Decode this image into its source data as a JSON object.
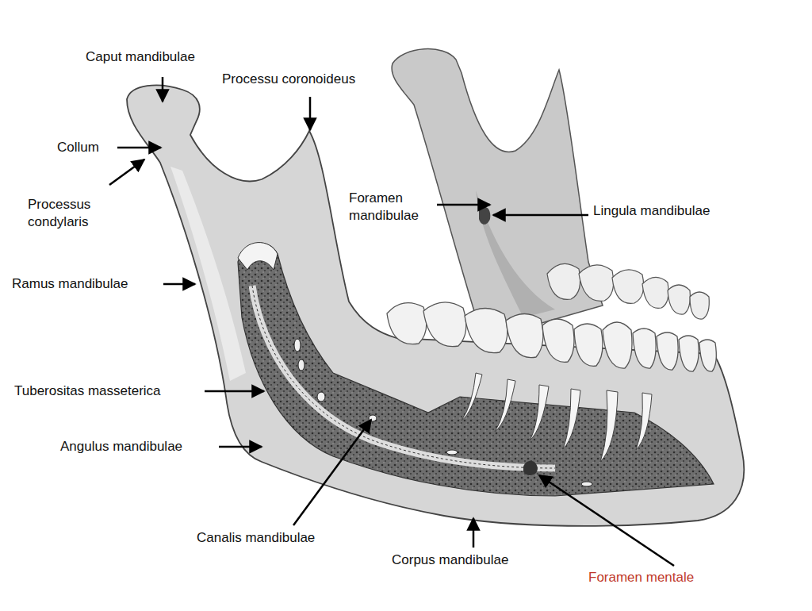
{
  "diagram": {
    "labels": [
      "Caput mandibulae",
      "Processu coronoideus",
      "Collum",
      "Processus condylaris",
      "Foramen mandibulae",
      "Lingula mandibulae",
      "Ramus mandibulae",
      "Tuberositas masseterica",
      "Angulus mandibulae",
      "Canalis mandibulae",
      "Corpus mandibulae",
      "Foramen mentale"
    ]
  }
}
